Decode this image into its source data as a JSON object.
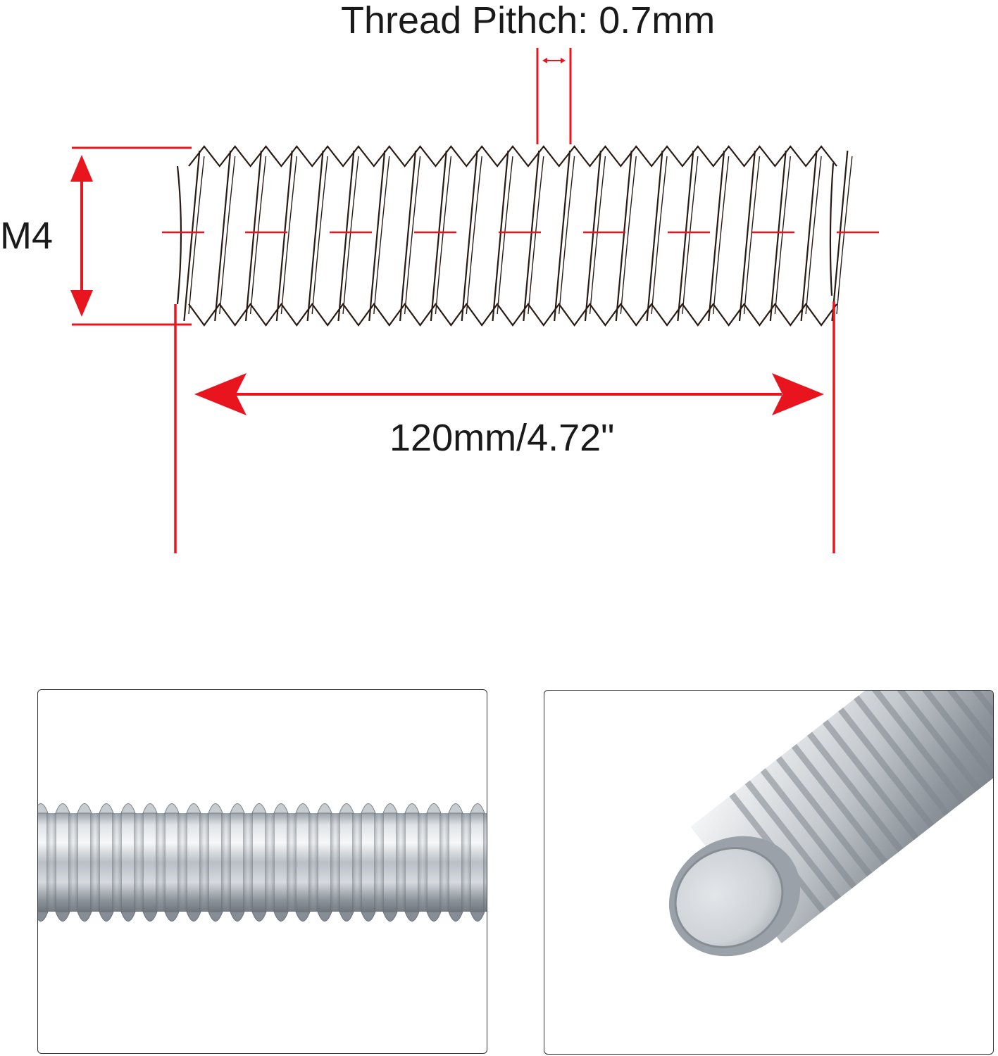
{
  "dimensions": {
    "thread_pitch": "Thread Pithch: 0.7mm",
    "diameter": "M4",
    "length": "120mm/4.72\""
  },
  "colors": {
    "dimension_line": "#e8141e",
    "rod_outline": "#2a1a14",
    "label_text": "#1a1a1a",
    "steel_light": "#e9ecef",
    "steel_dark": "#7d858d"
  },
  "photos": [
    {
      "icon": "threaded-rod-side-view-photo"
    },
    {
      "icon": "threaded-rod-end-view-photo"
    }
  ]
}
